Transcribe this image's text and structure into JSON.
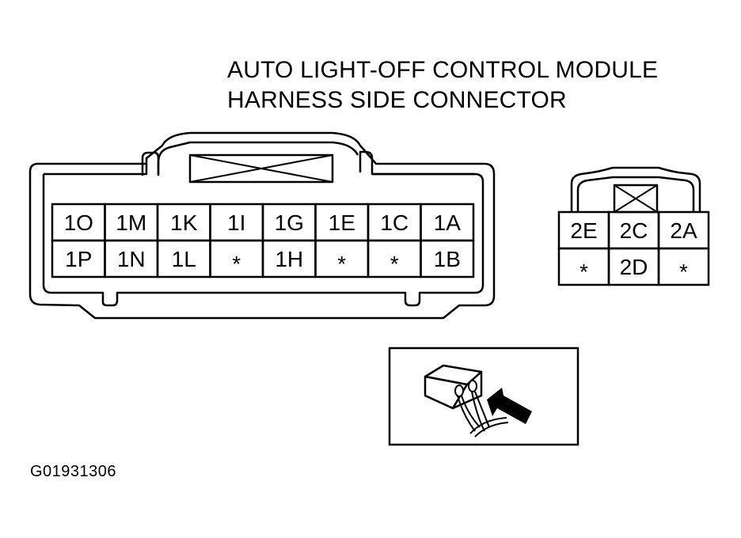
{
  "title": {
    "line1": "AUTO LIGHT-OFF CONTROL MODULE",
    "line2": "HARNESS SIDE CONNECTOR"
  },
  "figure_code": "G01931306",
  "connector1": {
    "name": "16-pin connector",
    "rows": [
      [
        "1O",
        "1M",
        "1K",
        "1I",
        "1G",
        "1E",
        "1C",
        "1A"
      ],
      [
        "1P",
        "1N",
        "1L",
        "*",
        "1H",
        "*",
        "*",
        "1B"
      ]
    ]
  },
  "connector2": {
    "name": "6-pin connector",
    "rows": [
      [
        "2E",
        "2C",
        "2A"
      ],
      [
        "*",
        "2D",
        "*"
      ]
    ]
  },
  "inset": {
    "description_icon": "probe-into-connector-arrow-icon"
  }
}
